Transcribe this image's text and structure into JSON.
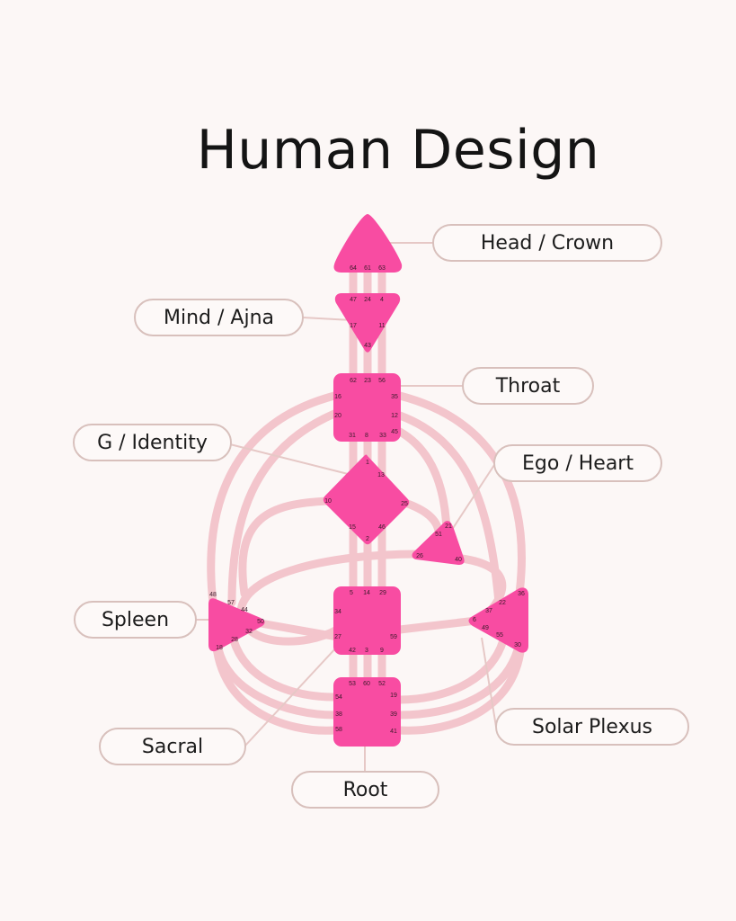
{
  "title": "Human Design",
  "colors": {
    "center_fill": "#f84ca2",
    "channel": "#f3c5cc",
    "leader_line": "#e6c8c6",
    "label_border": "#d8c0bc",
    "background": "#fcf7f6"
  },
  "labels": {
    "head": "Head / Crown",
    "mind": "Mind / Ajna",
    "throat": "Throat",
    "g": "G / Identity",
    "ego": "Ego / Heart",
    "spleen": "Spleen",
    "sacral": "Sacral",
    "solar": "Solar Plexus",
    "root": "Root"
  },
  "gates": {
    "head": [
      "64",
      "61",
      "63"
    ],
    "ajna": [
      "47",
      "24",
      "4",
      "17",
      "11",
      "43"
    ],
    "throat": [
      "62",
      "23",
      "56",
      "16",
      "35",
      "20",
      "12",
      "45",
      "31",
      "8",
      "33"
    ],
    "g": [
      "1",
      "13",
      "10",
      "25",
      "15",
      "46",
      "2"
    ],
    "ego": [
      "21",
      "51",
      "26",
      "40"
    ],
    "spleen": [
      "48",
      "57",
      "44",
      "50",
      "32",
      "28",
      "18"
    ],
    "sacral": [
      "5",
      "14",
      "29",
      "34",
      "59",
      "27",
      "42",
      "3",
      "9"
    ],
    "solar": [
      "36",
      "22",
      "37",
      "6",
      "49",
      "55",
      "30"
    ],
    "root": [
      "53",
      "60",
      "52",
      "54",
      "19",
      "38",
      "39",
      "58",
      "41"
    ]
  }
}
